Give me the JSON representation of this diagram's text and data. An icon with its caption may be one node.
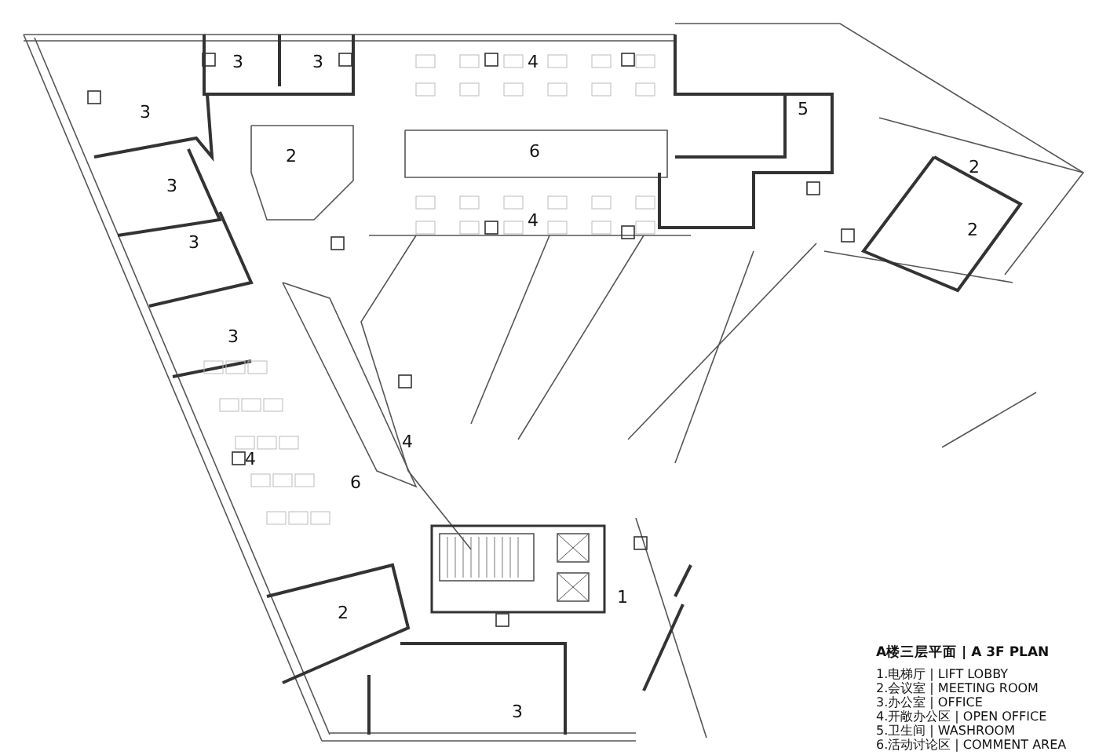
{
  "diagram": {
    "title": "A楼三层平面 | A 3F PLAN",
    "labels": [
      "3",
      "3",
      "4",
      "5",
      "3",
      "6",
      "2",
      "2",
      "3",
      "4",
      "2",
      "3",
      "3",
      "4",
      "4",
      "6",
      "1",
      "2",
      "3",
      "1.电梯厅 | LIFT LOBBY",
      "2.会议室 | MEETING ROOM",
      "3.办公室 | OFFICE",
      "4.开敞办公区 | OPEN OFFICE",
      "5.卫生间 | WASHROOM",
      "6.活动讨论区 | COMMENT AREA"
    ]
  }
}
